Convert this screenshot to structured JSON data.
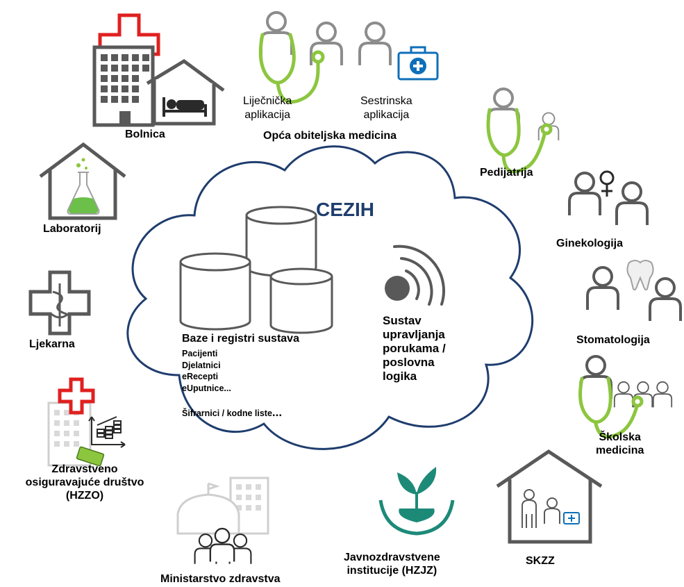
{
  "center": {
    "title": "CEZIH",
    "databases": {
      "heading": "Baze i registri sustava",
      "items": [
        "Pacijenti",
        "Djelatnici",
        "eRecepti",
        "eUputnice..."
      ],
      "codes": "Šifrarnici / kodne liste",
      "codes_suffix": "..."
    },
    "messaging": {
      "lines": [
        "Sustav",
        "upravljanja",
        "porukama /",
        "poslovna",
        "logika"
      ]
    }
  },
  "nodes": {
    "bolnica": "Bolnica",
    "primary_care": {
      "doctor_lines": [
        "Liječnička",
        "aplikacija"
      ],
      "nurse_lines": [
        "Sestrinska",
        "aplikacija"
      ],
      "label": "Opća obiteljska medicina"
    },
    "pedijatrija": "Pedijatrija",
    "ginekologija": "Ginekologija",
    "stomatologija": "Stomatologija",
    "skolska_lines": [
      "Školska",
      "medicina"
    ],
    "skzz": "SKZZ",
    "hzjz_lines": [
      "Javnozdravstvene",
      "institucije (HZJZ)"
    ],
    "ministarstvo": "Ministarstvo zdravstva",
    "hzzo_lines": [
      "Zdravstveno",
      "osiguravajuće društvo",
      "(HZZO)"
    ],
    "ljekarna": "Ljekarna",
    "laboratorij": "Laboratorij"
  },
  "colors": {
    "icon_gray": "#595959",
    "light_gray": "#bfbfbf",
    "red_cross": "#e02020",
    "stethoscope_green": "#8cc63f",
    "title_blue": "#1f3d6e",
    "medical_blue": "#0e6fb8",
    "plant_teal": "#1d8a78"
  }
}
